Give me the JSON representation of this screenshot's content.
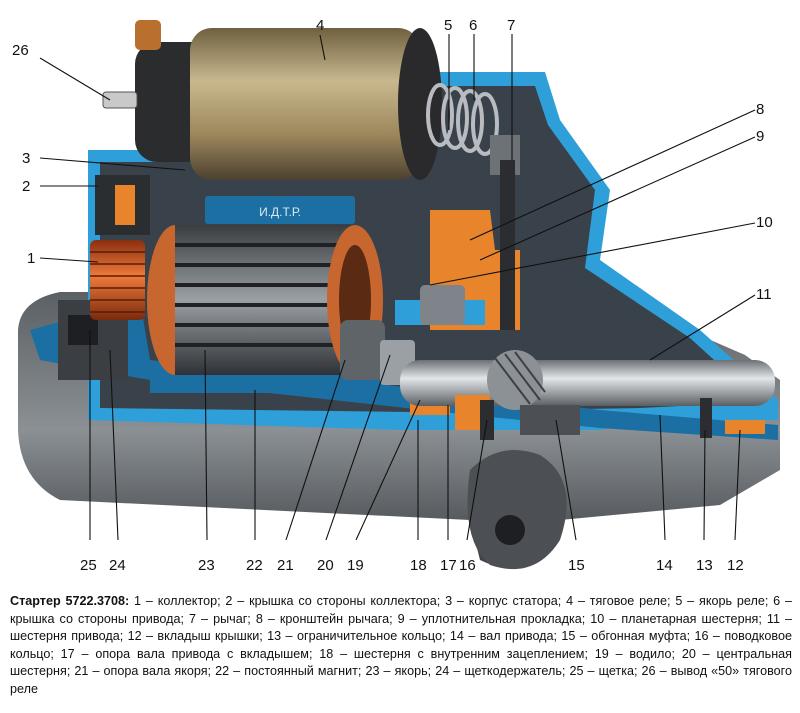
{
  "figure": {
    "brand_text": "И.Д.Т.Р.",
    "callouts": [
      "1",
      "2",
      "3",
      "4",
      "5",
      "6",
      "7",
      "8",
      "9",
      "10",
      "11",
      "12",
      "13",
      "14",
      "15",
      "16",
      "17",
      "18",
      "19",
      "20",
      "21",
      "22",
      "23",
      "24",
      "25",
      "26"
    ],
    "colors": {
      "housing_blue": "#2f9fda",
      "housing_dark": "#1b6fa3",
      "solenoid_gold": "#a99268",
      "copper": "#d8652a",
      "orange_part": "#e8842c",
      "steel": "#8a8f94",
      "dark": "#2e3135"
    }
  },
  "caption": {
    "title": "Стартер 5722.3708:",
    "body": " 1 – коллектор; 2 – крышка со стороны коллектора; 3 – корпус статора; 4 – тяговое реле; 5 – якорь реле; 6 – крышка со стороны привода; 7 – рычаг; 8 – кронштейн рычага; 9 – уплотнительная прокладка; 10 – планетарная шестерня; 11 – шестерня привода; 12 – вкладыш крышки; 13 – ограничительное кольцо; 14 – вал привода; 15 – обгонная муфта; 16 – поводковое кольцо; 17 – опора вала привода с вкладышем; 18 – шестерня с внутренним зацеплением; 19 – водило; 20 – центральная шестерня; 21 – опора вала якоря; 22 – постоянный магнит; 23 – якорь; 24 – щеткодержатель; 25 – щетка; 26 – вывод «50» тягового реле"
  }
}
